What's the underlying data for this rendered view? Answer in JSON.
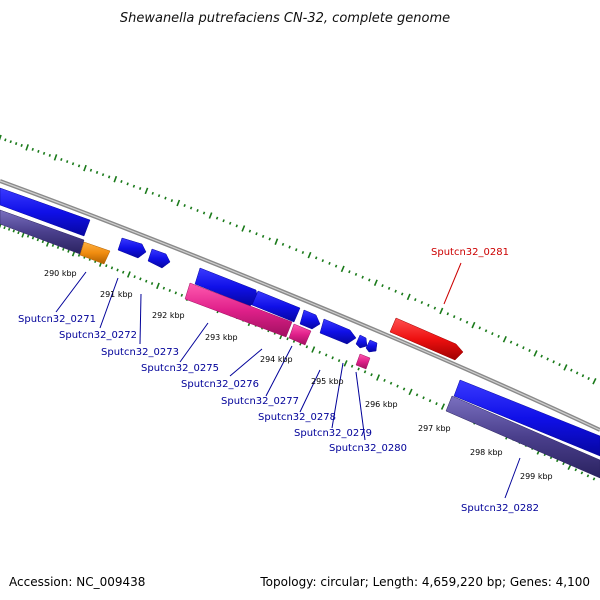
{
  "title": "Shewanella putrefaciens CN-32, complete genome",
  "footer": {
    "accession": "Accession: NC_009438",
    "summary": "Topology: circular; Length: 4,659,220 bp; Genes: 4,100"
  },
  "colors": {
    "forward_cds": "#1010e8",
    "reverse_cds": "#4a3f8c",
    "pink_feature": "#e0208a",
    "orange_feature": "#f08c10",
    "red_feature": "#ee1010",
    "backbone": "#8a8a8a",
    "tick": "#1a7a1a",
    "label_blue": "#000099",
    "label_red": "#cc0000"
  },
  "kbp_labels": [
    {
      "text": "290 kbp"
    },
    {
      "text": "291 kbp"
    },
    {
      "text": "292 kbp"
    },
    {
      "text": "293 kbp"
    },
    {
      "text": "294 kbp"
    },
    {
      "text": "295 kbp"
    },
    {
      "text": "296 kbp"
    },
    {
      "text": "297 kbp"
    },
    {
      "text": "298 kbp"
    },
    {
      "text": "299 kbp"
    }
  ],
  "gene_labels": [
    {
      "text": "Sputcn32_0271"
    },
    {
      "text": "Sputcn32_0272"
    },
    {
      "text": "Sputcn32_0273"
    },
    {
      "text": "Sputcn32_0275"
    },
    {
      "text": "Sputcn32_0276"
    },
    {
      "text": "Sputcn32_0277"
    },
    {
      "text": "Sputcn32_0278"
    },
    {
      "text": "Sputcn32_0279"
    },
    {
      "text": "Sputcn32_0280"
    },
    {
      "text": "Sputcn32_0281"
    },
    {
      "text": "Sputcn32_0282"
    }
  ]
}
